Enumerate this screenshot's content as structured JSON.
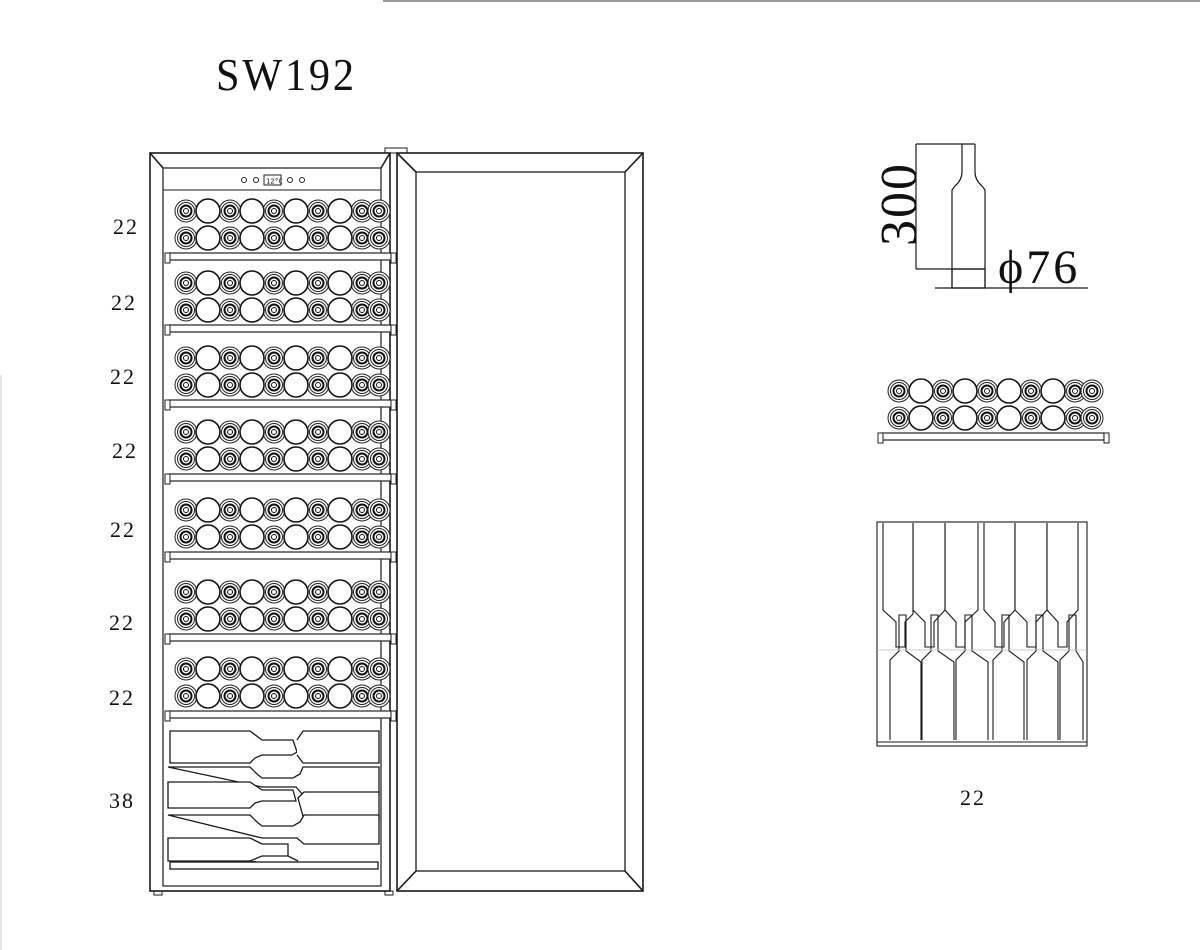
{
  "title": "SW192",
  "cabinet": {
    "display_text": "12°C",
    "control_buttons": 4,
    "rack_rows": [
      {
        "label": "22"
      },
      {
        "label": "22"
      },
      {
        "label": "22"
      },
      {
        "label": "22"
      },
      {
        "label": "22"
      },
      {
        "label": "22"
      },
      {
        "label": "22"
      }
    ],
    "bottom_section": {
      "label": "38"
    }
  },
  "bottle_spec": {
    "height_label": "300",
    "diameter_label": "ϕ76"
  },
  "rack_detail": {
    "rows": 2
  },
  "side_view": {
    "label": "22"
  },
  "colors": {
    "line": "#1a1a1a",
    "background": "#ffffff"
  }
}
